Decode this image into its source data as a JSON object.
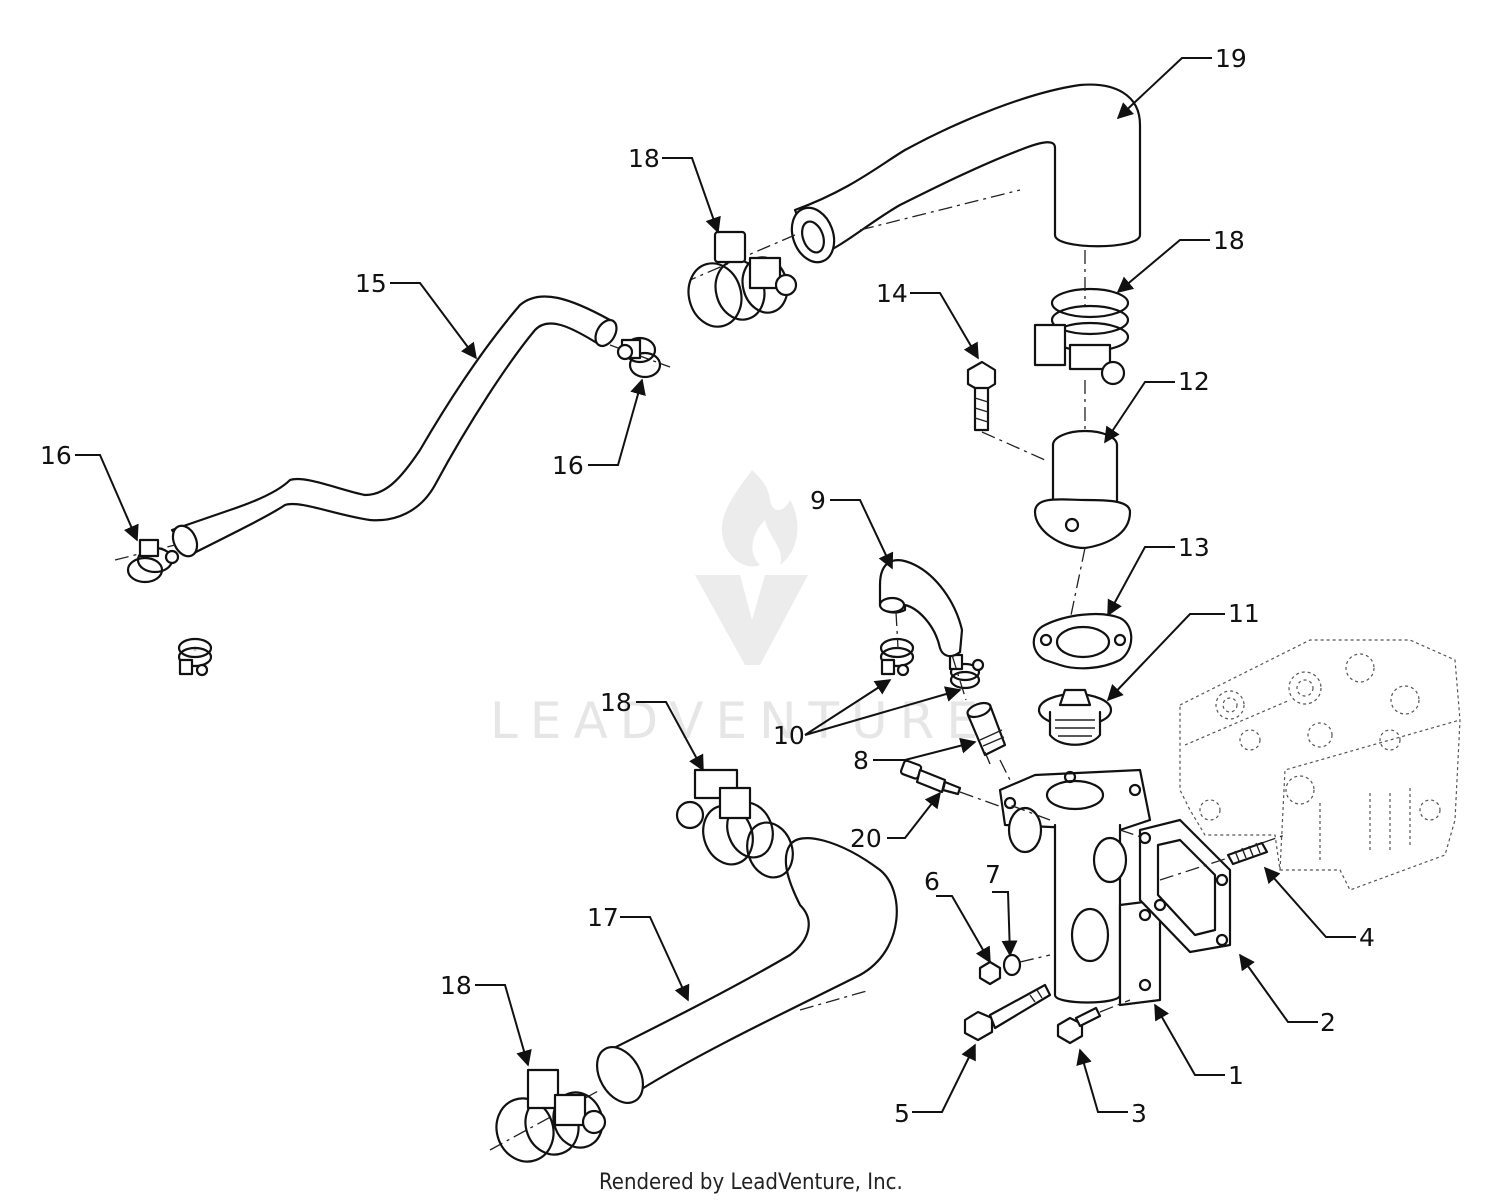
{
  "diagram": {
    "callouts": {
      "c1": "1",
      "c2": "2",
      "c3": "3",
      "c4": "4",
      "c5": "5",
      "c6": "6",
      "c7": "7",
      "c8": "8",
      "c9": "9",
      "c10": "10",
      "c11": "11",
      "c12": "12",
      "c13": "13",
      "c14": "14",
      "c15": "15",
      "c16a": "16",
      "c16b": "16",
      "c17": "17",
      "c18a": "18",
      "c18b": "18",
      "c18c": "18",
      "c18d": "18",
      "c19": "19",
      "c20": "20"
    },
    "footer": "Rendered by LeadVenture, Inc.",
    "watermark": "LEADVENTURE"
  },
  "colors": {
    "ink": "#111111",
    "watermark": "#e6e6e6",
    "background": "#ffffff"
  }
}
